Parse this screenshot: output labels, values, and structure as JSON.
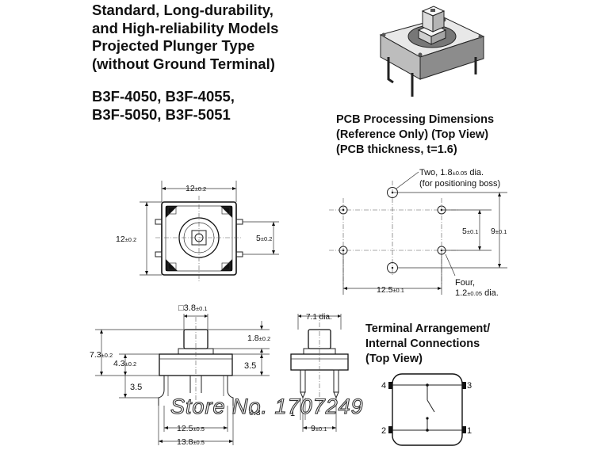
{
  "header": {
    "title_lines": [
      "Standard, Long-durability,",
      "and High-reliability Models",
      "Projected Plunger Type",
      "(without Ground Terminal)"
    ],
    "model_lines": [
      "B3F-4050, B3F-4055,",
      "B3F-5050, B3F-5051"
    ]
  },
  "pcb_section": {
    "title_lines": [
      "PCB Processing Dimensions",
      "(Reference Only) (Top View)",
      "(PCB thickness, t=1.6)"
    ],
    "boss_note": {
      "line1_a": "Two, 1.8",
      "line1_tol": "±0.05",
      "line1_b": " dia.",
      "line2": "(for positioning boss)"
    },
    "four_note": {
      "line1": "Four,",
      "line2_a": "1.2",
      "line2_tol": "±0.05",
      "line2_b": " dia."
    },
    "dim_5": {
      "value": "5",
      "tol": "±0.1"
    },
    "dim_9": {
      "value": "9",
      "tol": "±0.1"
    },
    "dim_12_5": {
      "value": "12.5",
      "tol": "±0.1"
    }
  },
  "top_view": {
    "dim_width": {
      "value": "12",
      "tol": "±0.2"
    },
    "dim_height": {
      "value": "12",
      "tol": "±0.2"
    },
    "dim_5": {
      "value": "5",
      "tol": "±0.2"
    }
  },
  "front_view": {
    "dim_square": {
      "prefix": "□",
      "value": "3.8",
      "tol": "±0.1"
    },
    "dim_1_8": {
      "value": "1.8",
      "tol": "±0.2"
    },
    "dim_7_3": {
      "value": "7.3",
      "tol": "±0.2"
    },
    "dim_4_3": {
      "value": "4.3",
      "tol": "±0.2"
    },
    "dim_3_5_right": "3.5",
    "dim_3_5_left": "3.5",
    "dim_0_3": "0.3",
    "dim_12_5": {
      "value": "12.5",
      "tol": "±0.5"
    },
    "dim_13_8": {
      "value": "13.8",
      "tol": "±0.5"
    }
  },
  "side_view": {
    "dim_dia": "7.1 dia.",
    "dim_1": "1",
    "dim_9": {
      "value": "9",
      "tol": "±0.1"
    }
  },
  "terminal_section": {
    "title_lines": [
      "Terminal Arrangement/",
      "Internal Connections",
      "(Top View)"
    ],
    "pins": [
      "4",
      "3",
      "2",
      "1"
    ]
  },
  "watermark": "Store No. 1707249"
}
